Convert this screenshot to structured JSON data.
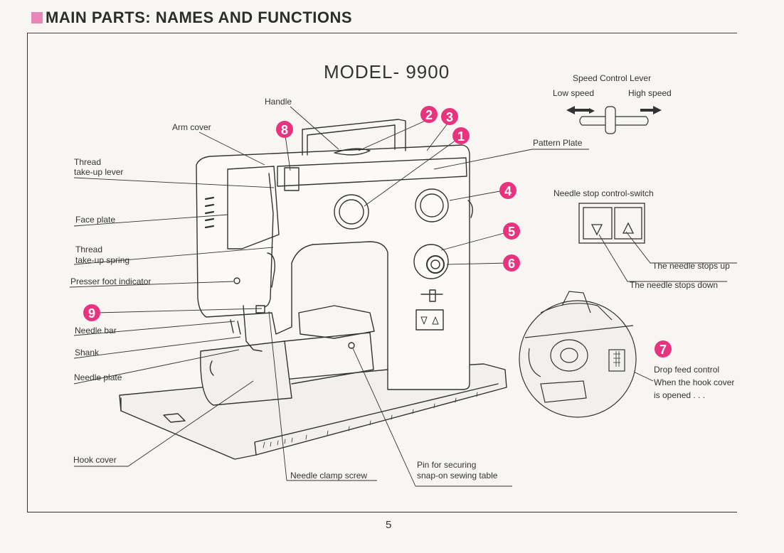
{
  "header": {
    "title": "MAIN PARTS: NAMES AND FUNCTIONS"
  },
  "model": "MODEL- 9900",
  "labels": {
    "handle": "Handle",
    "arm_cover": "Arm cover",
    "thread_takeup_lever_1": "Thread",
    "thread_takeup_lever_2": "take-up lever",
    "face_plate": "Face plate",
    "thread_takeup_spring_1": "Thread",
    "thread_takeup_spring_2": "take-up spring",
    "presser_foot_indicator": "Presser foot indicator",
    "needle_bar": "Needle bar",
    "shank": "Shank",
    "needle_plate": "Needle plate",
    "hook_cover": "Hook cover",
    "needle_clamp_screw": "Needle clamp screw",
    "pin_1": "Pin for securing",
    "pin_2": "snap-on sewing table",
    "pattern_plate": "Pattern Plate",
    "speed_control": "Speed Control Lever",
    "low_speed": "Low speed",
    "high_speed": "High speed",
    "needle_stop_switch": "Needle stop control-switch",
    "needle_stops_up": "The needle stops up",
    "needle_stops_down": "The needle stops down",
    "drop_feed_1": "Drop feed control",
    "drop_feed_2": "When the hook cover",
    "drop_feed_3": "is opened . . ."
  },
  "badges": [
    "1",
    "2",
    "3",
    "4",
    "5",
    "6",
    "7",
    "8",
    "9"
  ],
  "page_number": "5",
  "colors": {
    "badge": "#e8337f",
    "ink": "#333333",
    "paper": "#f7f6f2"
  }
}
